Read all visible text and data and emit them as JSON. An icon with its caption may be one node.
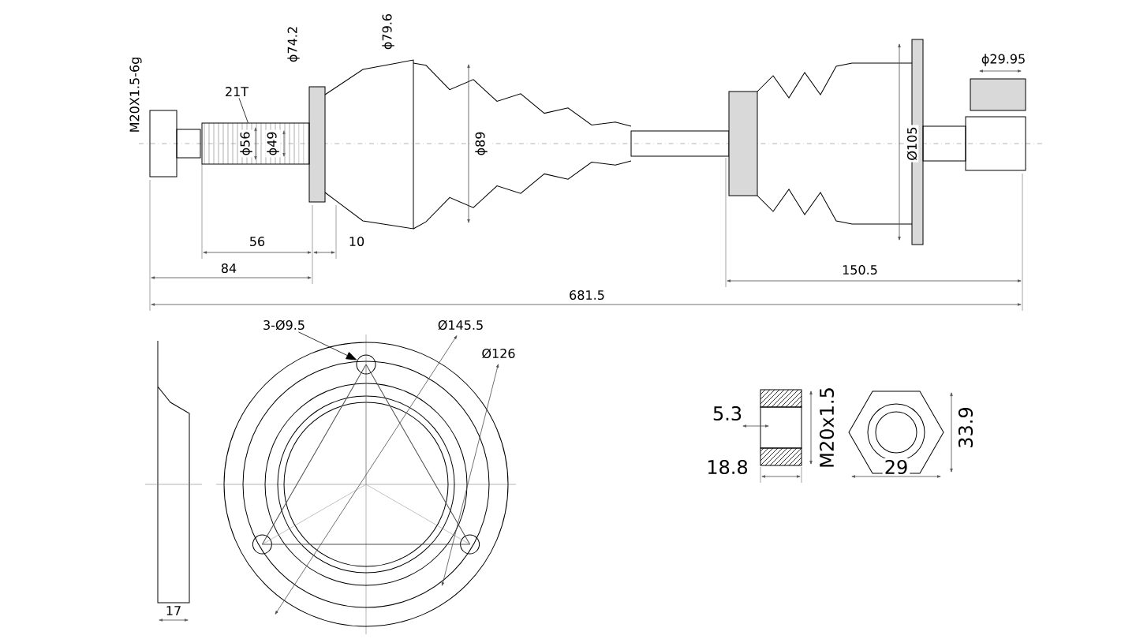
{
  "diagram": {
    "nodes": [
      {
        "text": [
          "21T"
        ]
      },
      {
        "text": [],
        "shape": "box"
      },
      {
        "text": [
          "3-Ø9.5"
        ]
      },
      {
        "text": [],
        "shape": "circle"
      }
    ],
    "edges": [
      {
        "from": 0,
        "to": 1,
        "arrow": "none"
      },
      {
        "from": 2,
        "to": 3,
        "arrow": "to"
      }
    ],
    "labels": [
      "M20X1.5-6g",
      "ϕ74.2",
      "ϕ79.6",
      "ϕ29.95",
      "ϕ56",
      "ϕ49",
      "ϕ89",
      "Ø105",
      "56",
      "10",
      "84",
      "150.5",
      "681.5",
      "Ø145.5",
      "Ø126",
      "5.3",
      "M20x1.5",
      "33.9",
      "18.8",
      "29",
      "17"
    ]
  }
}
